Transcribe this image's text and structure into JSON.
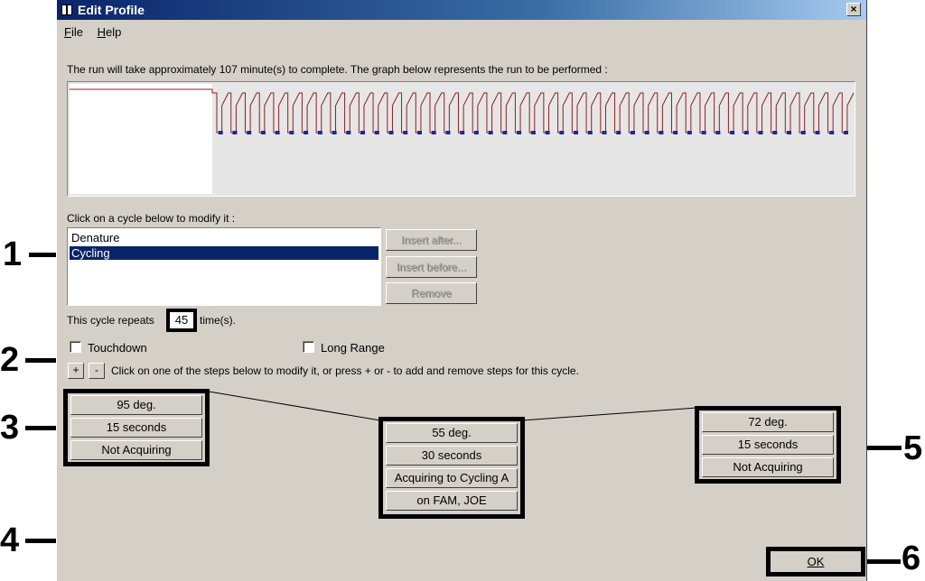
{
  "window": {
    "title": "Edit Profile",
    "close_label": "×"
  },
  "menu": [
    {
      "label": "File",
      "accel": "F",
      "rest": "ile"
    },
    {
      "label": "Help",
      "accel": "H",
      "rest": "elp"
    }
  ],
  "run_info": "The run will take approximately 107 minute(s) to complete. The graph below represents the run to be performed :",
  "graph": {
    "cycles": 45,
    "line_color": "#8b2020",
    "marker_color": "#1a2a9a",
    "background": "#e6e6e6"
  },
  "cycle_prompt": "Click on a cycle below to modify it :",
  "cycles_list": [
    {
      "label": "Denature",
      "selected": false
    },
    {
      "label": "Cycling",
      "selected": true
    }
  ],
  "buttons": {
    "insert_after": "Insert after...",
    "insert_before": "Insert before...",
    "remove": "Remove",
    "ok": "OK"
  },
  "repeat": {
    "prefix": "This cycle repeats",
    "value": "45",
    "suffix": "time(s)."
  },
  "options": {
    "touchdown": "Touchdown",
    "long_range": "Long Range"
  },
  "steps_prompt": "Click on one of the steps below to modify it, or press + or - to add and remove steps for this cycle.",
  "plus": "+",
  "minus": "-",
  "steps": [
    {
      "temp": "95 deg.",
      "time": "15 seconds",
      "acquire": "Not Acquiring"
    },
    {
      "temp": "55 deg.",
      "time": "30 seconds",
      "acquire": "Acquiring to Cycling A",
      "channels": "on FAM, JOE"
    },
    {
      "temp": "72 deg.",
      "time": "15 seconds",
      "acquire": "Not Acquiring"
    }
  ],
  "callouts": [
    "1",
    "2",
    "3",
    "4",
    "5",
    "6"
  ]
}
